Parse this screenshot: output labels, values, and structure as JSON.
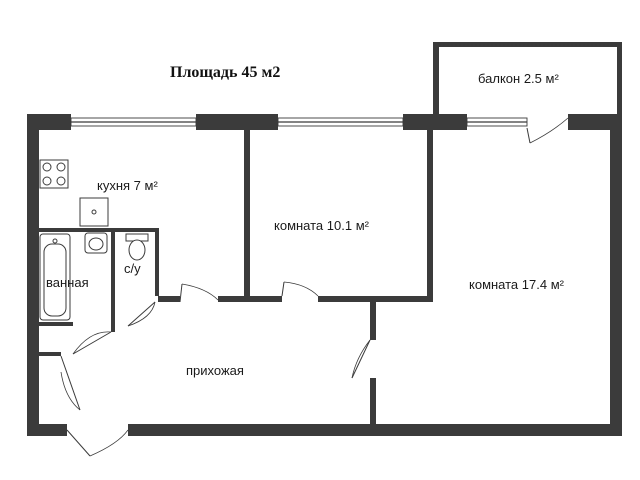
{
  "title": "Площадь 45 м2",
  "rooms": {
    "balcony": "балкон 2.5 м²",
    "kitchen": "кухня 7 м²",
    "room_small": "комната 10.1 м²",
    "room_large": "комната 17.4 м²",
    "bathroom": "ванная",
    "toilet": "с/у",
    "hallway": "прихожая"
  },
  "colors": {
    "wall": "#3b3b3b",
    "background": "#ffffff"
  }
}
